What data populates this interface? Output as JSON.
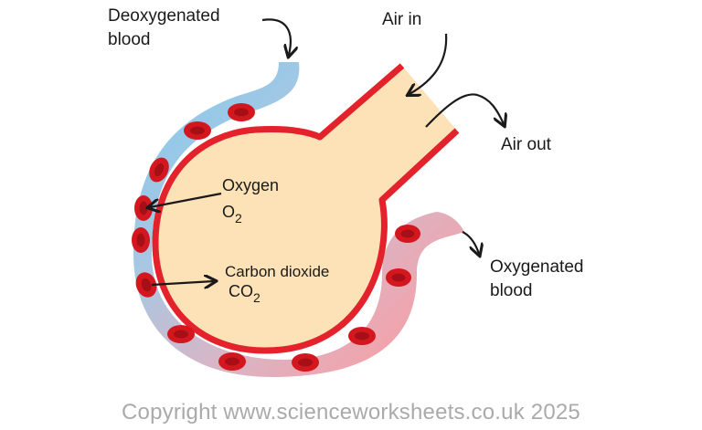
{
  "labels": {
    "deoxygenated_line1": "Deoxygenated",
    "deoxygenated_line2": "blood",
    "air_in": "Air in",
    "air_out": "Air out",
    "oxygen": "Oxygen",
    "oxygen_formula": "O",
    "oxygen_subscript": "2",
    "carbon_dioxide": "Carbon dioxide",
    "co2_formula": "CO",
    "co2_subscript": "2",
    "oxygenated_line1": "Oxygenated",
    "oxygenated_line2": "blood"
  },
  "copyright": "Copyright www.scienceworksheets.co.uk 2025",
  "colors": {
    "alveolus_fill": "#fde2b8",
    "alveolus_wall": "#e3222b",
    "deoxygenated_blood": "#7ecbed",
    "oxygenated_blood": "#f19aa2",
    "red_blood_cell": "#d4171f",
    "cell_center": "#a60f16",
    "arrow": "#1a1a1a",
    "copyright_text": "#aaaaaa"
  },
  "icons": {
    "arrow": "curved-arrow-icon",
    "blood_cell": "red-blood-cell-icon"
  }
}
